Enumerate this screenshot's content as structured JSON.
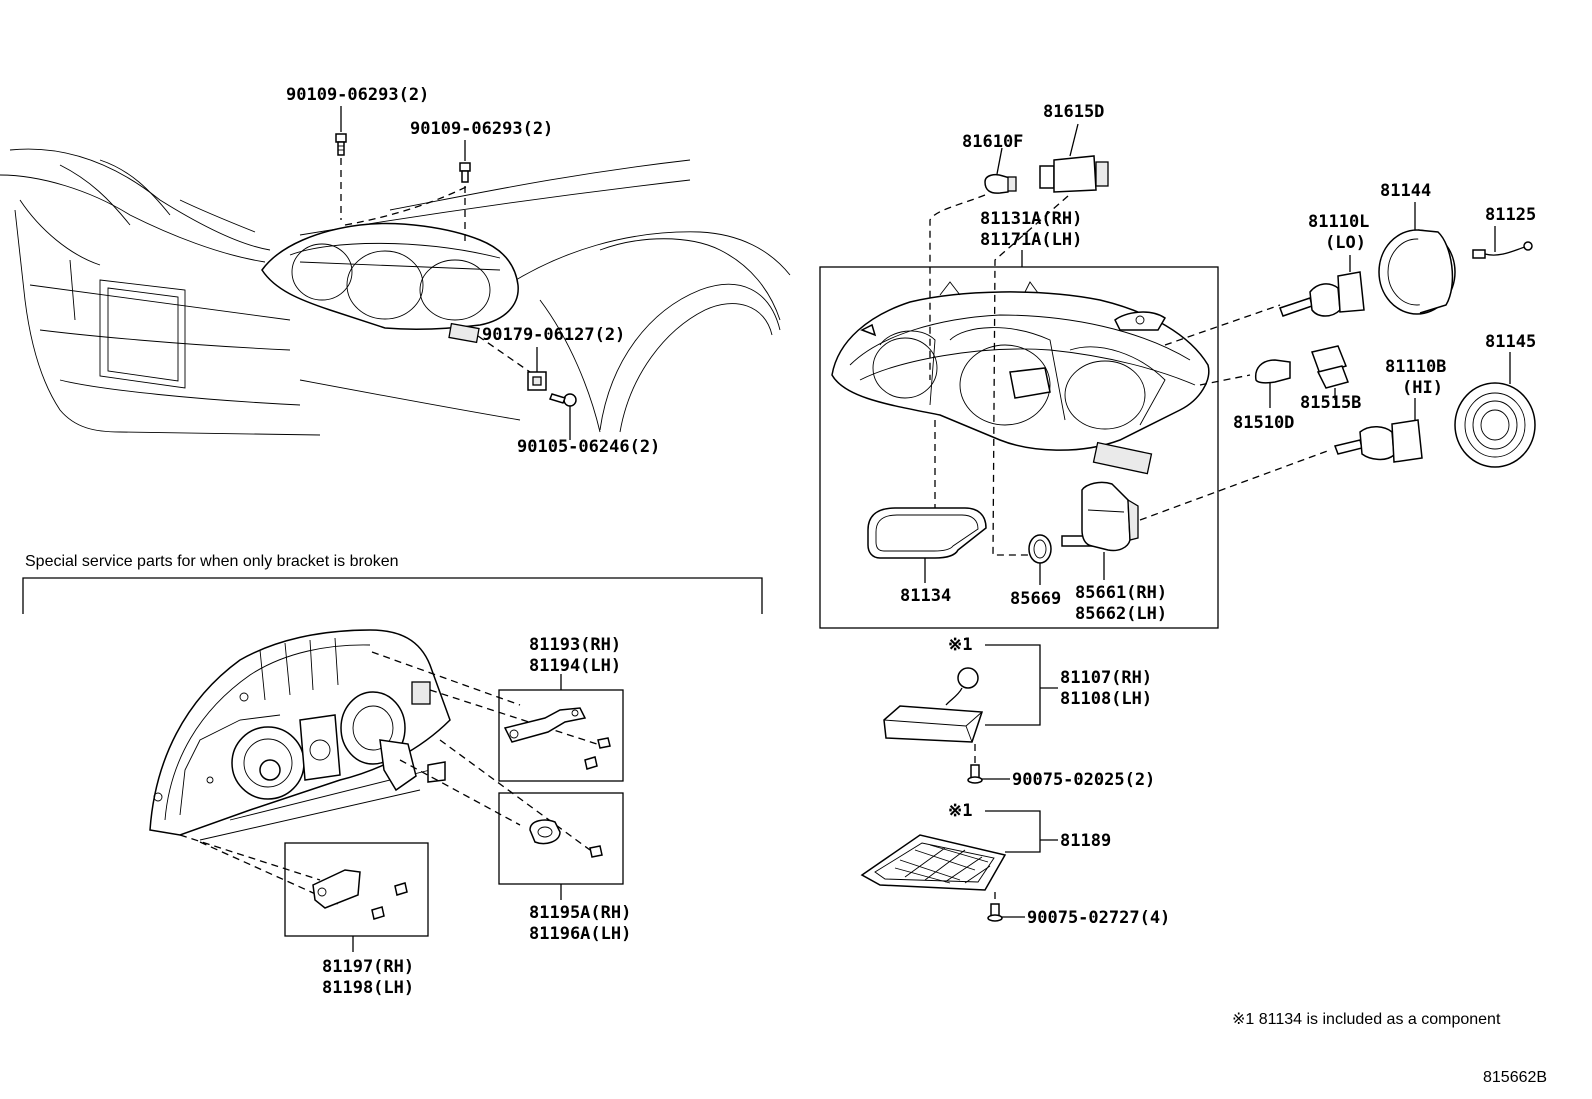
{
  "labels": {
    "bolt_top_left": "90109-06293(2)",
    "bolt_top_right": "90109-06293(2)",
    "nut": "90179-06127(2)",
    "screw_lower": "90105-06246(2)",
    "bulb_81615D": "81615D",
    "bulb_81610F": "81610F",
    "unit_rh": "81131A(RH)",
    "unit_lh": "81171A(LH)",
    "bulb_81110L": "81110L",
    "lo": "(LO)",
    "cap_81144": "81144",
    "wire_81125": "81125",
    "cap_81145": "81145",
    "bulb_81110B": "81110B",
    "hi": "(HI)",
    "socket_81515B": "81515B",
    "bulb_81510D": "81510D",
    "gasket_81134": "81134",
    "oring_85669": "85669",
    "leveler_rh": "85661(RH)",
    "leveler_lh": "85662(LH)",
    "mark1_a": "※1",
    "computer_rh": "81107(RH)",
    "computer_lh": "81108(LH)",
    "screw_90075_02025": "90075-02025(2)",
    "mark1_b": "※1",
    "cover_81189": "81189",
    "screw_90075_02727": "90075-02727(4)",
    "bracket_upper_rh": "81193(RH)",
    "bracket_upper_lh": "81194(LH)",
    "bracket_mid_rh": "81195A(RH)",
    "bracket_mid_lh": "81196A(LH)",
    "bracket_low_rh": "81197(RH)",
    "bracket_low_lh": "81198(LH)"
  },
  "special_service_title": "Special service parts for when only bracket is broken",
  "footnote": "※1 81134 is included as a component",
  "illustration_id": "815662B"
}
